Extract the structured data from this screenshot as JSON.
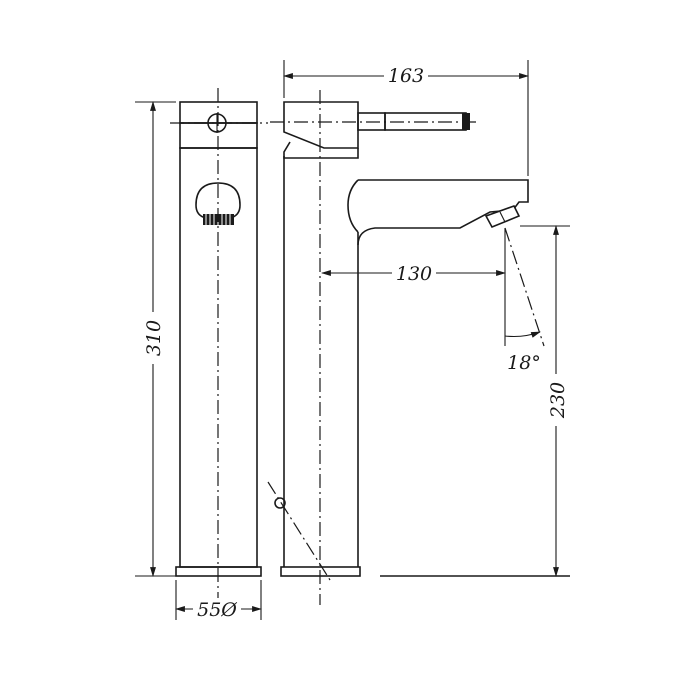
{
  "dimensions": {
    "width_163": "163",
    "reach_130": "130",
    "angle_18": "18°",
    "height_310": "310",
    "spout_height_230": "230",
    "base_diameter_55": "55Ø"
  },
  "colors": {
    "line": "#1a1a1a",
    "background": "#ffffff"
  }
}
